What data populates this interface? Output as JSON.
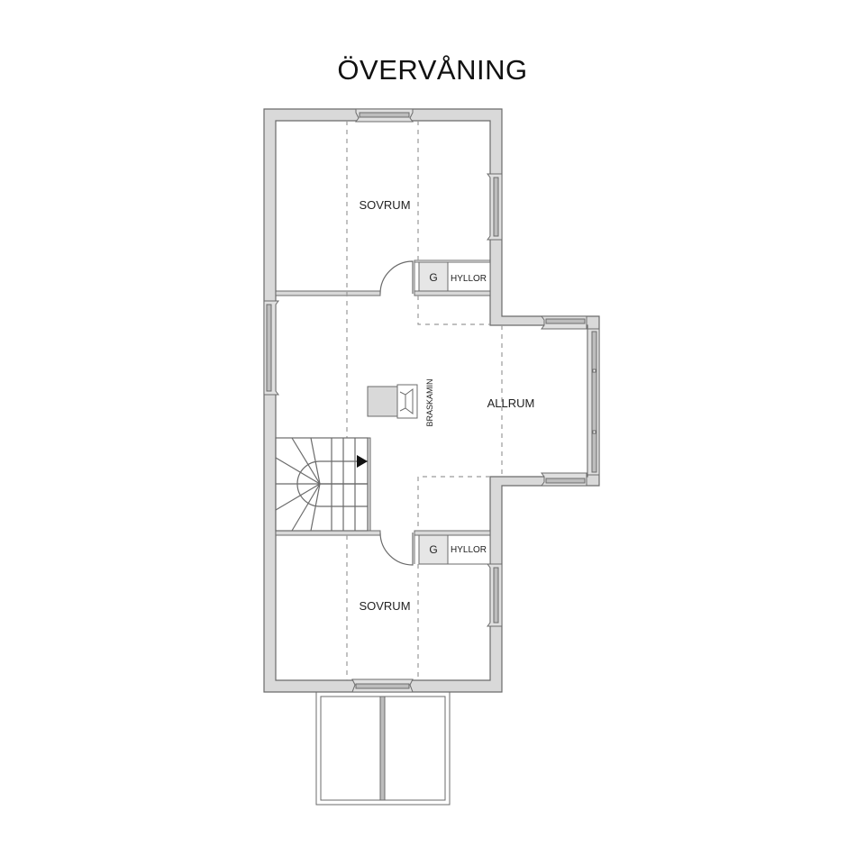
{
  "title": "ÖVERVÅNING",
  "rooms": {
    "bedroom_top": "SOVRUM",
    "bedroom_bottom": "SOVRUM",
    "family_room": "ALLRUM"
  },
  "fixtures": {
    "stove_label": "BRASKAMIN",
    "closet_top_g": "G",
    "closet_top_shelves": "HYLLOR",
    "closet_bottom_g": "G",
    "closet_bottom_shelves": "HYLLOR"
  },
  "colors": {
    "wall_fill": "#d9d9d9",
    "wall_stroke": "#6b6b6b",
    "dashed_line": "#9a9a9a",
    "background": "#ffffff"
  }
}
